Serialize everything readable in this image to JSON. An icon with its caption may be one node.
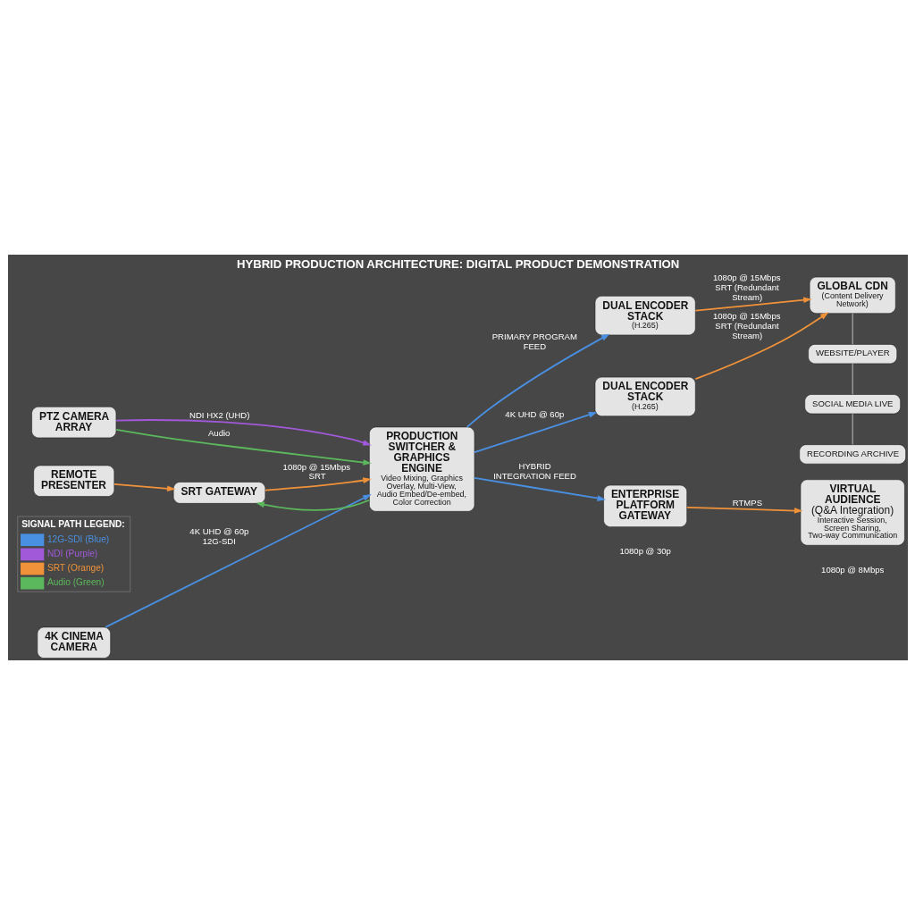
{
  "diagram": {
    "title": "HYBRID PRODUCTION ARCHITECTURE: DIGITAL PRODUCT DEMONSTRATION",
    "nodes": [
      {
        "text": [
          "4K CINEMA CAMERA"
        ]
      },
      {
        "text": [
          "PTZ CAMERA ARRAY"
        ]
      },
      {
        "text": [
          "REMOTE PRESENTER"
        ]
      },
      {
        "text": [
          "SRT GATEWAY"
        ]
      },
      {
        "text": [
          "PRODUCTION SWITCHER & GRAPHICS ENGINE",
          "Video Mixing, Graphics Overlay, Multi-View, Audio Embed/De-embed, Color Correction"
        ]
      },
      {
        "text": [
          "DUAL ENCODER STACK",
          "(H.265)"
        ]
      },
      {
        "text": [
          "DUAL ENCODER STACK",
          "(H.265)"
        ]
      },
      {
        "text": [
          "GLOBAL CDN",
          "(Content Delivery Network)"
        ]
      },
      {
        "text": [
          "WEBSITE/PLAYER"
        ]
      },
      {
        "text": [
          "SOCIAL MEDIA LIVE"
        ]
      },
      {
        "text": [
          "RECORDING ARCHIVE"
        ]
      },
      {
        "text": [
          "ENTERPRISE PLATFORM GATEWAY"
        ]
      },
      {
        "text": [
          "VIRTUAL AUDIENCE",
          "(Q&A Integration)",
          "Interactive Session, Screen Sharing, Two-way Communication"
        ]
      }
    ],
    "edges": [
      {
        "from": 0,
        "to": 4,
        "arrow": "to",
        "label": "4K UHD @ 60p 12G-SDI",
        "color": "#4a90e2"
      },
      {
        "from": 1,
        "to": 4,
        "arrow": "to",
        "label": "NDI HX2 (UHD)",
        "color": "#a259d9"
      },
      {
        "from": 1,
        "to": 4,
        "arrow": "to",
        "label": "Audio",
        "color": "#5cb85c"
      },
      {
        "from": 4,
        "to": 3,
        "arrow": "to",
        "color": "#5cb85c"
      },
      {
        "from": 2,
        "to": 3,
        "arrow": "to"
      },
      {
        "from": 3,
        "to": 4,
        "arrow": "to",
        "label": "1080p @ 15Mbps SRT"
      },
      {
        "from": 4,
        "to": 5,
        "arrow": "to",
        "label": "PRIMARY PROGRAM FEED",
        "color": "#4a90e2"
      },
      {
        "from": 4,
        "to": 6,
        "arrow": "to",
        "label": "4K UHD @ 60p",
        "color": "#4a90e2"
      },
      {
        "from": 5,
        "to": 7,
        "arrow": "to",
        "label": "1080p @ 15Mbps SRT (Redundant Stream)"
      },
      {
        "from": 6,
        "to": 7,
        "arrow": "to",
        "label": "1080p @ 15Mbps SRT (Redundant Stream)"
      },
      {
        "from": 7,
        "to": 8,
        "arrow": "none",
        "color": "#cccccc"
      },
      {
        "from": 8,
        "to": 9,
        "arrow": "none",
        "color": "#cccccc"
      },
      {
        "from": 9,
        "to": 10,
        "arrow": "none",
        "color": "#cccccc"
      },
      {
        "from": 4,
        "to": 11,
        "arrow": "to",
        "label": "HYBRID INTEGRATION FEED",
        "color": "#4a90e2"
      },
      {
        "from": 11,
        "to": 12,
        "arrow": "to",
        "label": "RTMPS"
      }
    ],
    "labels": [
      "1080p @ 30p",
      "1080p @ 8Mbps"
    ],
    "legend": [
      {
        "text": "SIGNAL PATH LEGEND:"
      },
      {
        "text": "12G-SDI (Blue)",
        "color": "#4a90e2"
      },
      {
        "text": "NDI (Purple)",
        "color": "#a259d9"
      },
      {
        "text": "SRT (Orange)",
        "color": "#f0923a"
      },
      {
        "text": "Audio (Green)",
        "color": "#5cb85c"
      }
    ]
  }
}
